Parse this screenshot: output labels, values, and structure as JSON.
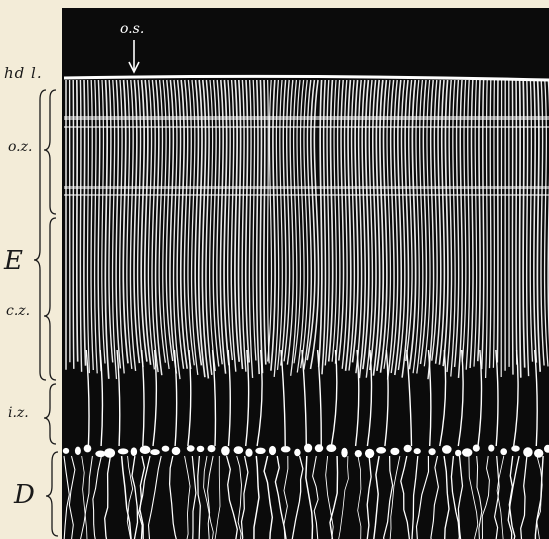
{
  "figure": {
    "labels": {
      "hdl": "hd l.",
      "os": "o.s.",
      "oz": "o.z.",
      "E": "E",
      "cz": "c.z.",
      "iz": "i.z.",
      "D": "D"
    },
    "colors": {
      "background": "#f3ecd8",
      "tissue": "#0b0b0b",
      "fibers": "#ffffff",
      "ink": "#1a1a1a"
    }
  }
}
